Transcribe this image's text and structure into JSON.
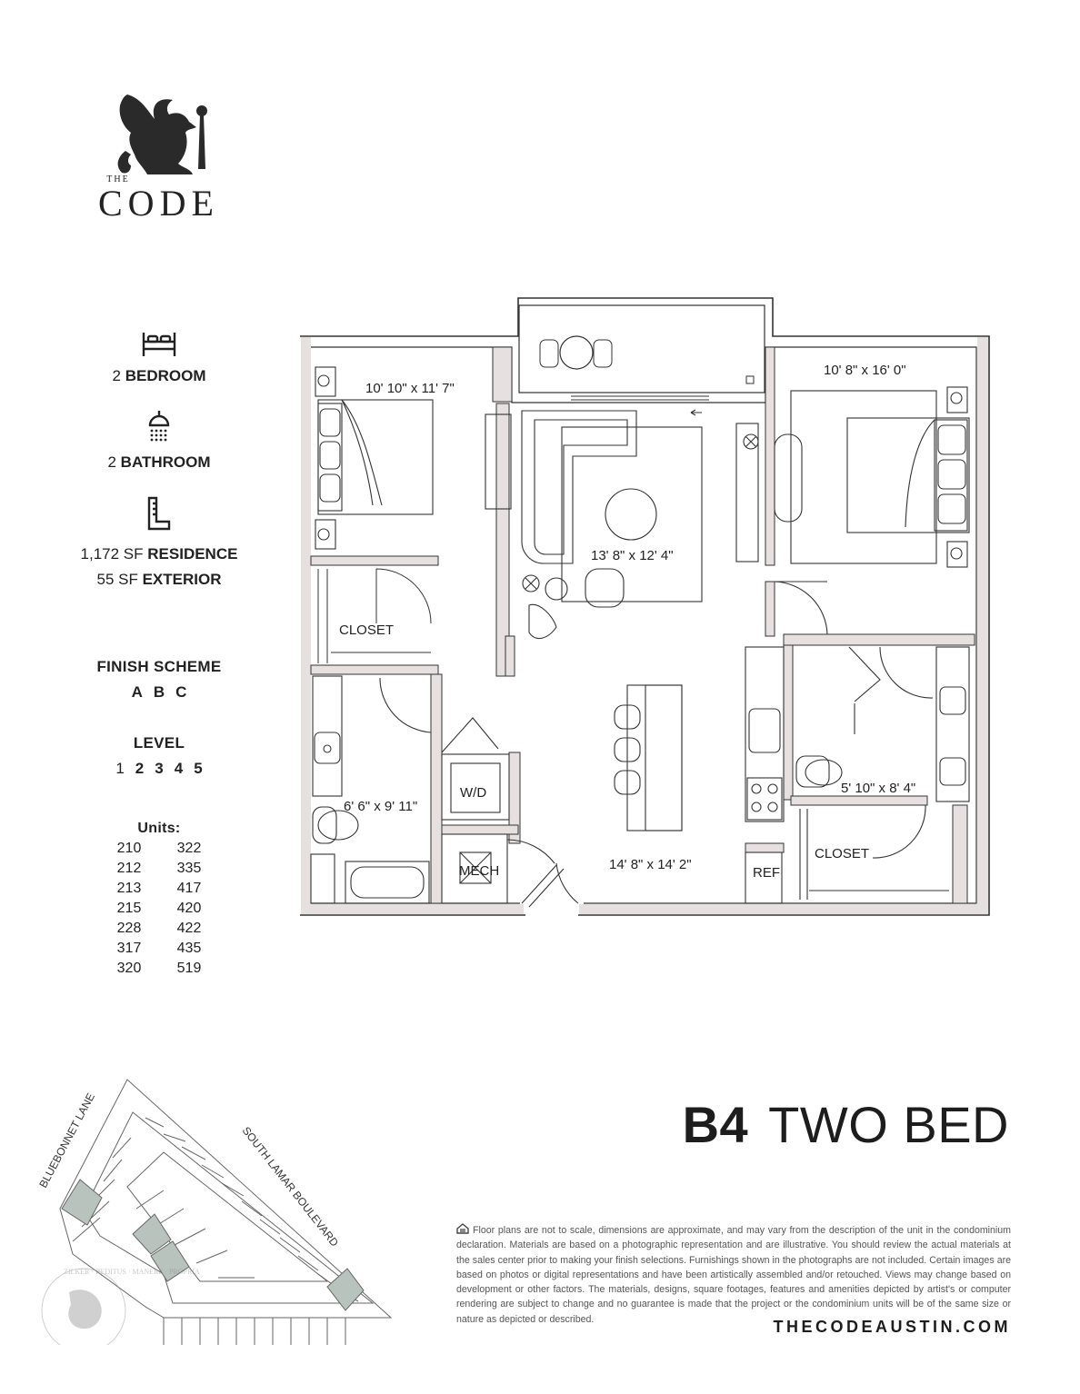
{
  "brand": {
    "the": "THE",
    "word": "CODE"
  },
  "features": {
    "bedroom": {
      "count": "2",
      "label": "BEDROOM"
    },
    "bathroom": {
      "count": "2",
      "label": "BATHROOM"
    },
    "residence": {
      "size": "1,172 SF",
      "label": "RESIDENCE"
    },
    "exterior": {
      "size": "55 SF",
      "label": "EXTERIOR"
    }
  },
  "finish_scheme": {
    "title": "FINISH SCHEME",
    "options": [
      "A",
      "B",
      "C"
    ]
  },
  "level": {
    "title": "LEVEL",
    "options": [
      "1",
      "2",
      "3",
      "4",
      "5"
    ]
  },
  "units": {
    "title": "Units:",
    "col1": [
      "210",
      "212",
      "213",
      "215",
      "228",
      "317",
      "320"
    ],
    "col2": [
      "322",
      "335",
      "417",
      "420",
      "422",
      "435",
      "519"
    ]
  },
  "plan": {
    "bedroom1_dim": "10' 10\" x 11' 7\"",
    "bedroom2_dim": "10' 8\" x 16' 0\"",
    "living_dim": "13' 8\" x 12' 4\"",
    "kitchen_dim": "14' 8\" x 14' 2\"",
    "bath1_dim": "6' 6\" x 9' 11\"",
    "bath2_dim": "5' 10\" x 8' 4\"",
    "closet1": "CLOSET",
    "closet2": "CLOSET",
    "wd": "W/D",
    "mech": "MECH",
    "ref": "REF"
  },
  "site_map": {
    "street1": "BLUEBONNET LANE",
    "street2": "SOUTH LAMAR BOULEVARD",
    "seal_text": "ZILKER · REDITUS · MANERE · PROPRIA"
  },
  "title": {
    "code": "B4",
    "name": "TWO BED"
  },
  "disclaimer": "Floor plans are not to scale, dimensions are approximate, and may vary from the description of the unit in the condominium declaration. Materials are based on a photographic representation and are illustrative. You should review the actual materials at the sales center prior to making your finish selections. Furnishings shown in the photographs are not included. Certain images are based on photos or digital representations and have been artistically assembled and/or retouched. Views may change based on development or other factors. The materials, designs, square footages, features and amenities depicted by artist's or computer rendering are subject to change and no guarantee is made that the project or the condominium units will be of the same size or nature as depicted or described.",
  "website": "THECODEAUSTIN.COM",
  "colors": {
    "wall": "#e6e1e0",
    "line": "#333333",
    "highlight": "#b9c3bd",
    "text": "#1d1d1d"
  }
}
